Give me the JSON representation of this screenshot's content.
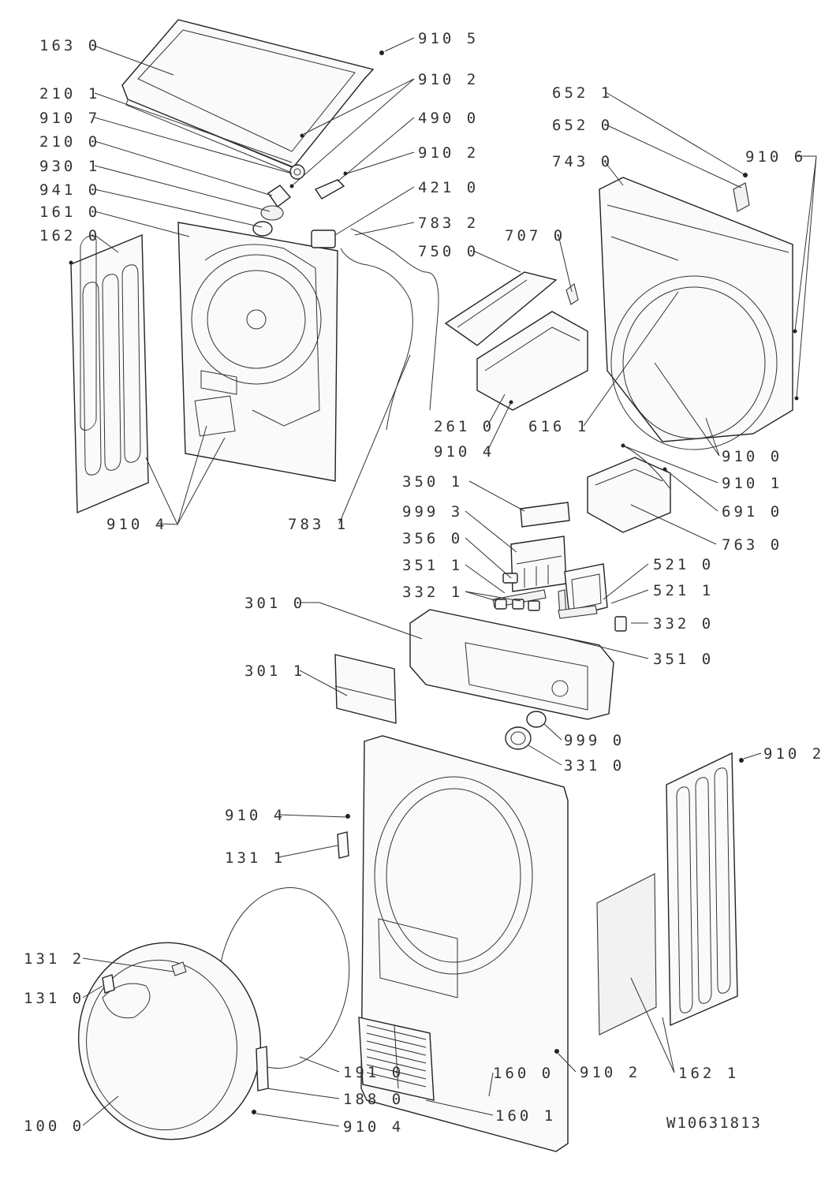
{
  "document_id": "W10631813",
  "labels": {
    "l_163_0": "163 0",
    "l_910_5": "910 5",
    "l_210_1": "210 1",
    "l_910_2a": "910 2",
    "l_910_7": "910 7",
    "l_490_0": "490 0",
    "l_210_0": "210 0",
    "l_910_2b": "910 2",
    "l_930_1": "930 1",
    "l_421_0": "421 0",
    "l_941_0": "941 0",
    "l_783_2": "783 2",
    "l_161_0": "161 0",
    "l_162_0": "162 0",
    "l_750_0": "750 0",
    "l_707_0": "707 0",
    "l_652_1": "652 1",
    "l_652_0": "652 0",
    "l_743_0": "743 0",
    "l_910_6": "910 6",
    "l_261_0": "261 0",
    "l_616_1": "616 1",
    "l_910_4a": "910 4",
    "l_910_0": "910 0",
    "l_910_1": "910 1",
    "l_691_0": "691 0",
    "l_910_4b": "910 4",
    "l_783_1": "783 1",
    "l_763_0": "763 0",
    "l_350_1": "350 1",
    "l_999_3": "999 3",
    "l_356_0": "356 0",
    "l_521_0": "521 0",
    "l_351_1": "351 1",
    "l_521_1": "521 1",
    "l_332_1": "332 1",
    "l_332_0": "332 0",
    "l_301_0": "301 0",
    "l_351_0": "351 0",
    "l_301_1": "301 1",
    "l_999_0": "999 0",
    "l_331_0": "331 0",
    "l_910_2c": "910 2",
    "l_910_4c": "910 4",
    "l_131_1": "131 1",
    "l_131_2": "131 2",
    "l_131_0": "131 0",
    "l_191_0": "191 0",
    "l_160_0": "160 0",
    "l_910_2d": "910 2",
    "l_162_1": "162 1",
    "l_188_0": "188 0",
    "l_100_0": "100 0",
    "l_160_1": "160 1",
    "l_910_4d": "910 4"
  }
}
